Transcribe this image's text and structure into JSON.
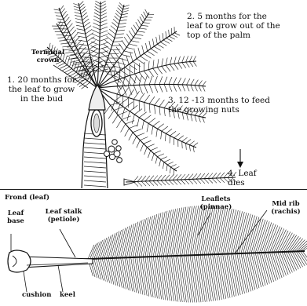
{
  "palm": {
    "terminal_crown_label": "Terminal crown",
    "stage1_label": "1. 20 months for the leaf to grow in the bud",
    "stage2_label": "2. 5 months for the leaf to grow out of the top of the palm",
    "stage3_label": "3. 12 -13 months to feed the growing nuts",
    "stage4_label": "4. Leaf dies"
  },
  "frond": {
    "title": "Frond (leaf)",
    "leaf_base_label": "Leaf base",
    "leaf_stalk_label": "Leaf stalk (petiole)",
    "leaflets_label": "Leaflets (pinnae)",
    "midrib_label": "Mid rib (rachis)",
    "cushion_label": "cushion",
    "keel_label": "keel"
  },
  "colors": {
    "ink": "#111111",
    "background": "#ffffff"
  }
}
